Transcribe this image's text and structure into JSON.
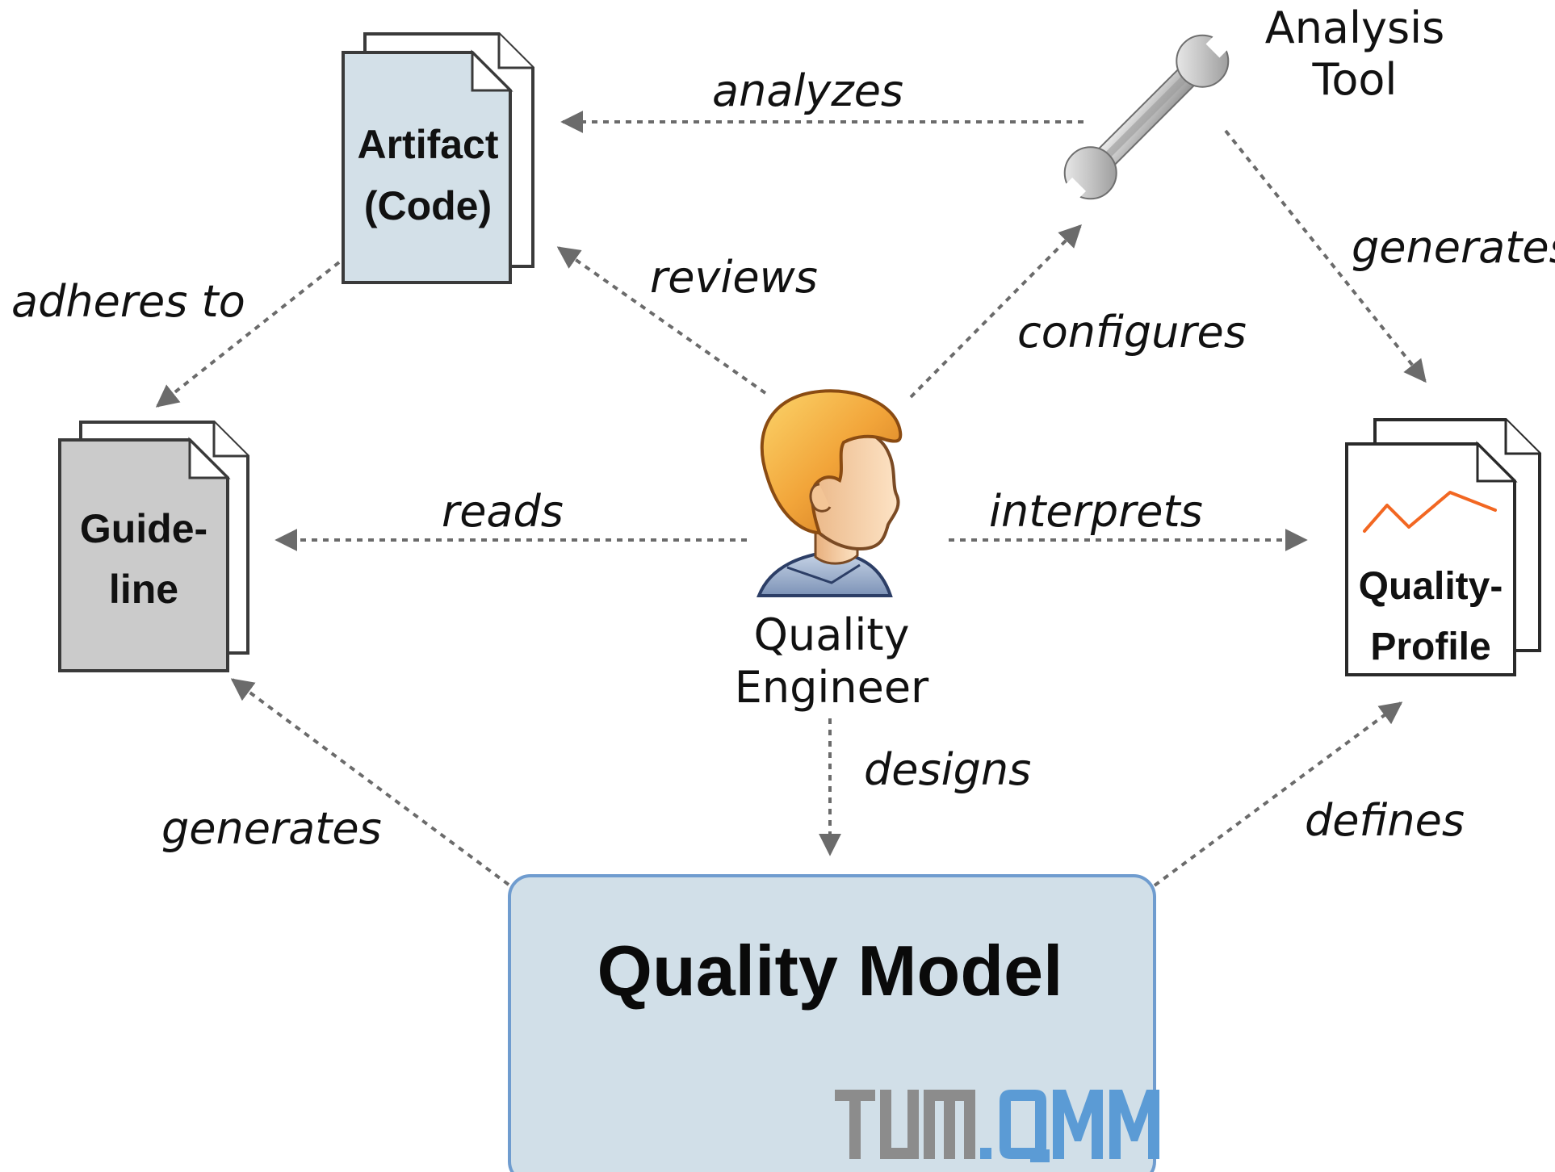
{
  "nodes": {
    "artifact": {
      "lines": [
        "Artifact",
        "(Code)"
      ]
    },
    "guideline": {
      "lines": [
        "Guide-",
        "line"
      ]
    },
    "quality_profile": {
      "lines": [
        "Quality-",
        "Profile"
      ]
    },
    "analysis_tool": {
      "lines": [
        "Analysis",
        "Tool"
      ]
    },
    "quality_engineer": {
      "lines": [
        "Quality",
        "Engineer"
      ]
    },
    "quality_model": {
      "label": "Quality Model"
    }
  },
  "relations": {
    "analyzes": "analyzes",
    "reviews": "reviews",
    "configures": "configures",
    "generates_profile": "generates",
    "adheres_to": "adheres to",
    "reads": "reads",
    "interprets": "interprets",
    "designs": "designs",
    "generates_guideline": "generates",
    "defines": "defines"
  },
  "logo": {
    "text": "TUM.QMM",
    "colors": {
      "tum": "#8c8c8c",
      "qmm": "#5b9bd5"
    }
  },
  "colors": {
    "artifact_fill": "#d3e0e8",
    "guideline_fill": "#cbcbcb",
    "profile_fill": "#ffffff",
    "model_fill": "#d1dfe8",
    "model_border": "#6f9ccf",
    "arrow": "#6b6b6b",
    "chart_line": "#f26722"
  }
}
